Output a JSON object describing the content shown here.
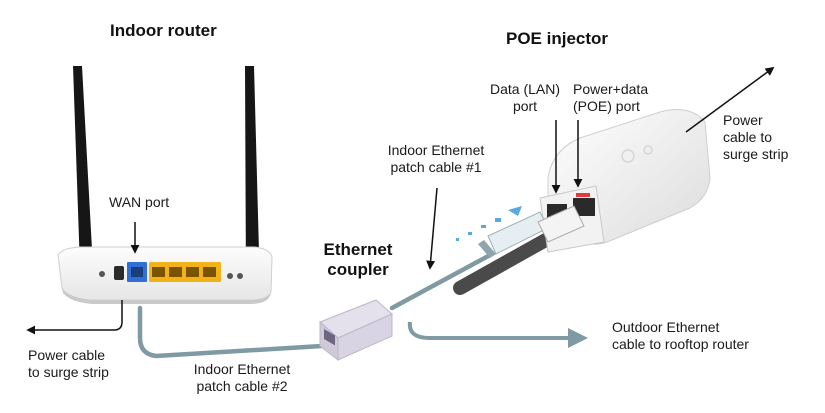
{
  "headings": {
    "router": "Indoor router",
    "poe": "POE injector",
    "coupler_line1": "Ethernet",
    "coupler_line2": "coupler"
  },
  "labels": {
    "wan_port": "WAN port",
    "data_lan_line1": "Data (LAN)",
    "data_lan_line2": "port",
    "poe_port_line1": "Power+data",
    "poe_port_line2": "(POE) port",
    "power_injector_line1": "Power",
    "power_injector_line2": "cable to",
    "power_injector_line3": "surge strip",
    "patch1_line1": "Indoor Ethernet",
    "patch1_line2": "patch cable #1",
    "patch2_line1": "Indoor Ethernet",
    "patch2_line2": "patch cable #2",
    "power_router_line1": "Power cable",
    "power_router_line2": "to surge strip",
    "outdoor_line1": "Outdoor Ethernet",
    "outdoor_line2": "cable to rooftop router"
  },
  "colors": {
    "cable": "#7f9aa3",
    "arrow": "#111111",
    "port_blue": "#2f6fd6",
    "port_yellow": "#f2b21a",
    "poe_red": "#e23b3b"
  }
}
